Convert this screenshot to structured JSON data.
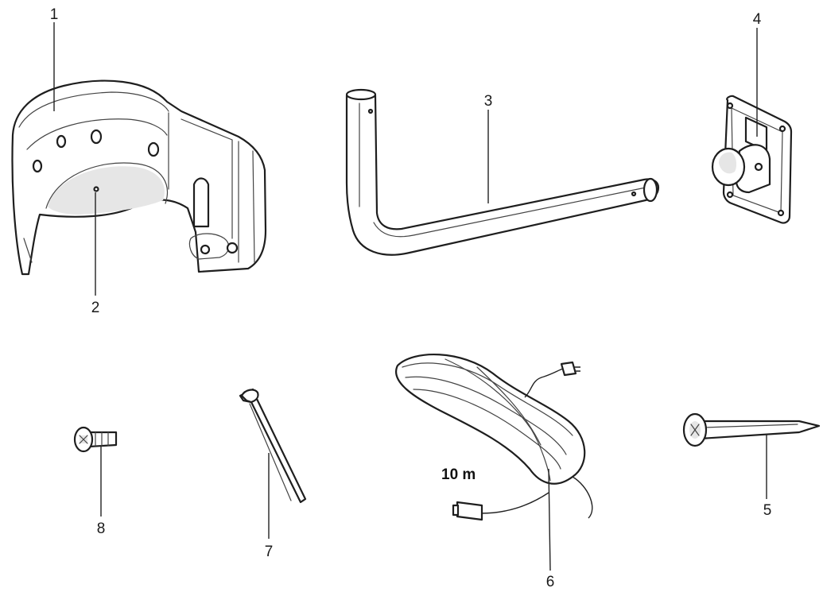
{
  "parts": [
    {
      "id": "1",
      "label": "1"
    },
    {
      "id": "2",
      "label": "2"
    },
    {
      "id": "3",
      "label": "3"
    },
    {
      "id": "4",
      "label": "4"
    },
    {
      "id": "5",
      "label": "5"
    },
    {
      "id": "6",
      "label": "6"
    },
    {
      "id": "7",
      "label": "7"
    },
    {
      "id": "8",
      "label": "8"
    }
  ],
  "cable_length": "10 m"
}
